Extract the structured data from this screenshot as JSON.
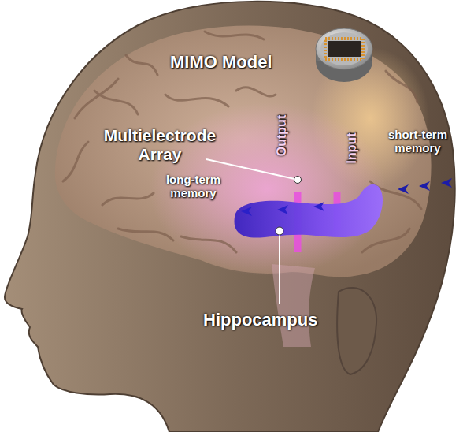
{
  "diagram": {
    "nodes": [
      {
        "text": [
          "MIMO Model"
        ]
      },
      {
        "text": [
          "Hippocampus"
        ]
      }
    ],
    "edges": [
      {
        "from": 0,
        "to": 1,
        "label": "Output",
        "arrow": "none"
      },
      {
        "from": 1,
        "to": 0,
        "label": "Input",
        "arrow": "none"
      }
    ],
    "labels": [
      "Multielectrode Array",
      "short-term memory",
      "long-term memory"
    ]
  }
}
